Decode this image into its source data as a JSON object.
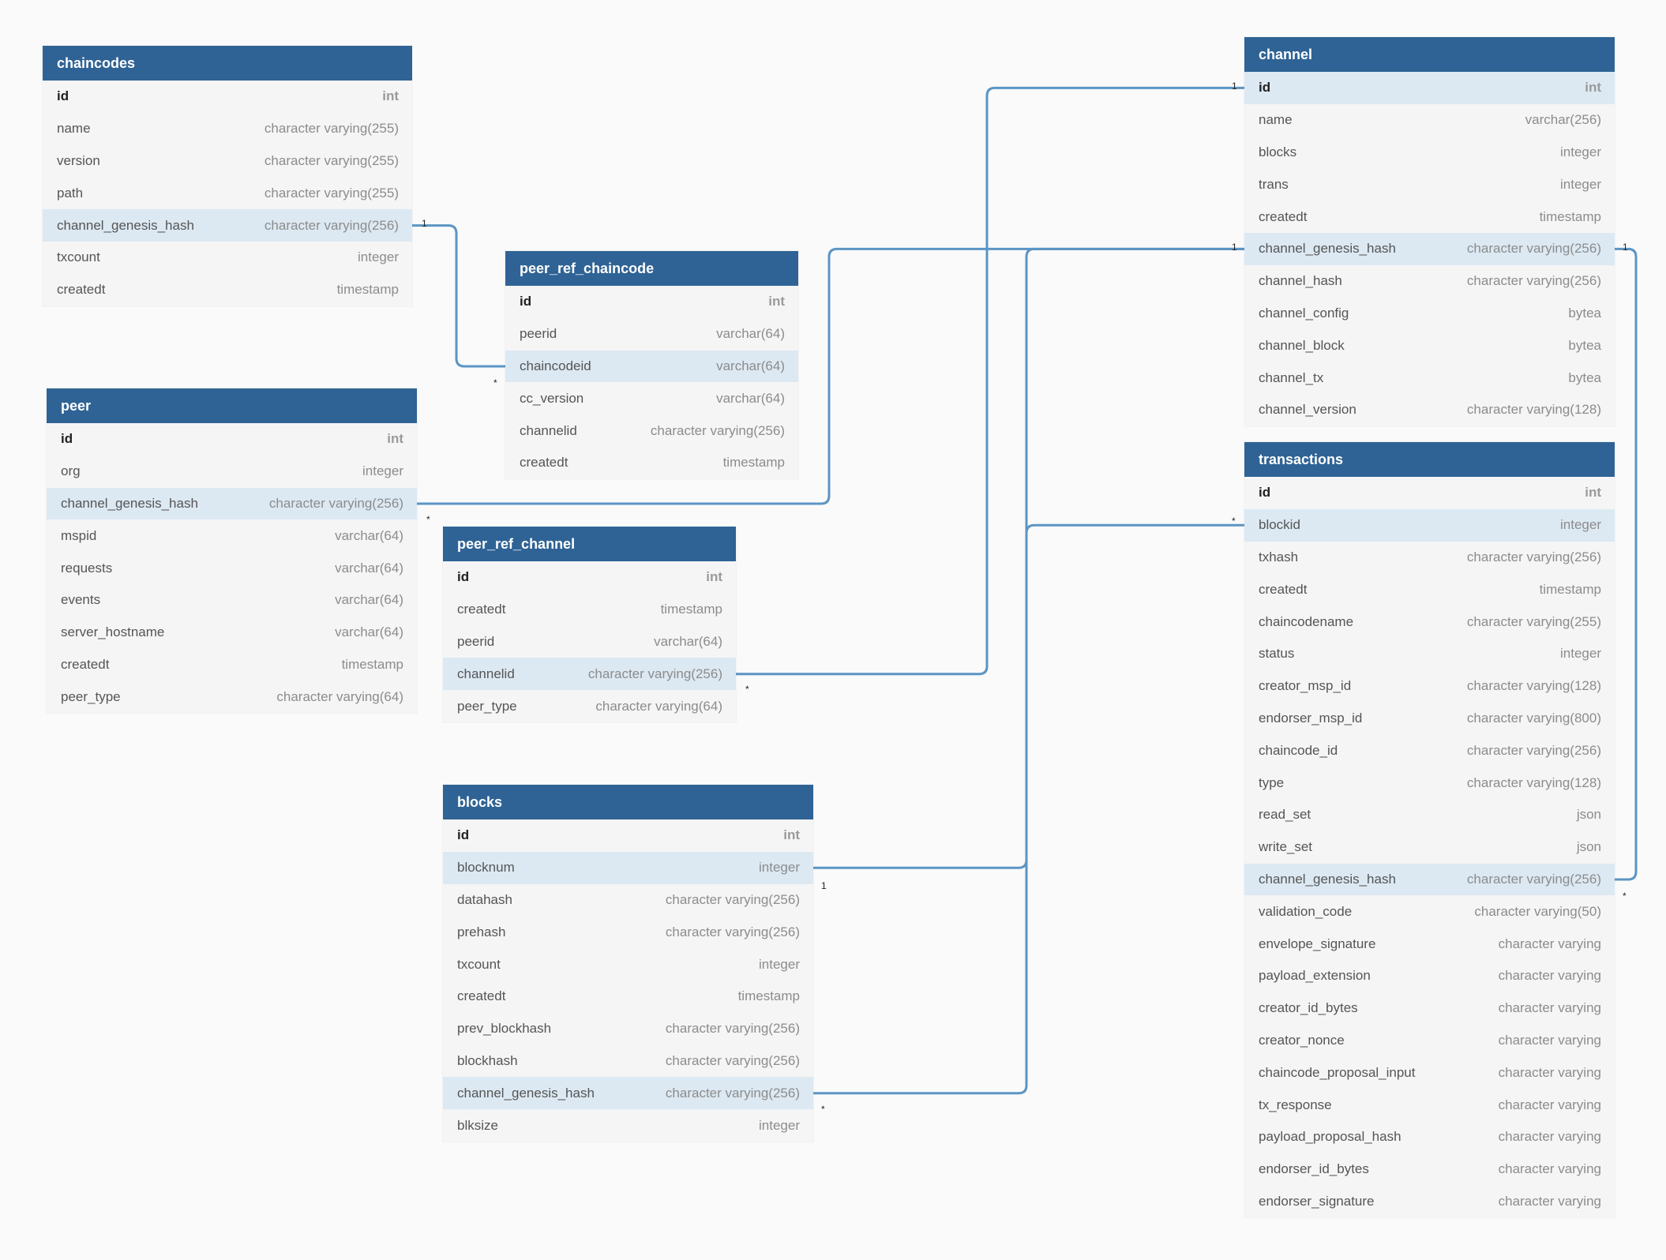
{
  "colors": {
    "background": "#fafafa",
    "header": "#2f6395",
    "header_text": "#ffffff",
    "row_bg": "#f5f5f5",
    "highlight_row": "#dce9f3",
    "link_line": "#5b95c4"
  },
  "tables": [
    {
      "name": "chaincodes",
      "fields": [
        {
          "name": "id",
          "type": "int",
          "key": true
        },
        {
          "name": "name",
          "type": "character varying(255)"
        },
        {
          "name": "version",
          "type": "character varying(255)"
        },
        {
          "name": "path",
          "type": "character varying(255)"
        },
        {
          "name": "channel_genesis_hash",
          "type": "character varying(256)",
          "highlight": true
        },
        {
          "name": "txcount",
          "type": "integer"
        },
        {
          "name": "createdt",
          "type": "timestamp"
        }
      ]
    },
    {
      "name": "peer",
      "fields": [
        {
          "name": "id",
          "type": "int",
          "key": true
        },
        {
          "name": "org",
          "type": "integer"
        },
        {
          "name": "channel_genesis_hash",
          "type": "character varying(256)",
          "highlight": true
        },
        {
          "name": "mspid",
          "type": "varchar(64)"
        },
        {
          "name": "requests",
          "type": "varchar(64)"
        },
        {
          "name": "events",
          "type": "varchar(64)"
        },
        {
          "name": "server_hostname",
          "type": "varchar(64)"
        },
        {
          "name": "createdt",
          "type": "timestamp"
        },
        {
          "name": "peer_type",
          "type": "character varying(64)"
        }
      ]
    },
    {
      "name": "peer_ref_chaincode",
      "fields": [
        {
          "name": "id",
          "type": "int",
          "key": true
        },
        {
          "name": "peerid",
          "type": "varchar(64)"
        },
        {
          "name": "chaincodeid",
          "type": "varchar(64)",
          "highlight": true
        },
        {
          "name": "cc_version",
          "type": "varchar(64)"
        },
        {
          "name": "channelid",
          "type": "character varying(256)"
        },
        {
          "name": "createdt",
          "type": "timestamp"
        }
      ]
    },
    {
      "name": "peer_ref_channel",
      "fields": [
        {
          "name": "id",
          "type": "int",
          "key": true
        },
        {
          "name": "createdt",
          "type": "timestamp"
        },
        {
          "name": "peerid",
          "type": "varchar(64)"
        },
        {
          "name": "channelid",
          "type": "character varying(256)",
          "highlight": true
        },
        {
          "name": "peer_type",
          "type": "character varying(64)"
        }
      ]
    },
    {
      "name": "blocks",
      "fields": [
        {
          "name": "id",
          "type": "int",
          "key": true
        },
        {
          "name": "blocknum",
          "type": "integer",
          "highlight": true
        },
        {
          "name": "datahash",
          "type": "character varying(256)"
        },
        {
          "name": "prehash",
          "type": "character varying(256)"
        },
        {
          "name": "txcount",
          "type": "integer"
        },
        {
          "name": "createdt",
          "type": "timestamp"
        },
        {
          "name": "prev_blockhash",
          "type": "character varying(256)"
        },
        {
          "name": "blockhash",
          "type": "character varying(256)"
        },
        {
          "name": "channel_genesis_hash",
          "type": "character varying(256)",
          "highlight": true
        },
        {
          "name": "blksize",
          "type": "integer"
        }
      ]
    },
    {
      "name": "channel",
      "fields": [
        {
          "name": "id",
          "type": "int",
          "key": true,
          "highlight": true
        },
        {
          "name": "name",
          "type": "varchar(256)"
        },
        {
          "name": "blocks",
          "type": "integer"
        },
        {
          "name": "trans",
          "type": "integer"
        },
        {
          "name": "createdt",
          "type": "timestamp"
        },
        {
          "name": "channel_genesis_hash",
          "type": "character varying(256)",
          "highlight": true
        },
        {
          "name": "channel_hash",
          "type": "character varying(256)"
        },
        {
          "name": "channel_config",
          "type": "bytea"
        },
        {
          "name": "channel_block",
          "type": "bytea"
        },
        {
          "name": "channel_tx",
          "type": "bytea"
        },
        {
          "name": "channel_version",
          "type": "character varying(128)"
        }
      ]
    },
    {
      "name": "transactions",
      "fields": [
        {
          "name": "id",
          "type": "int",
          "key": true
        },
        {
          "name": "blockid",
          "type": "integer",
          "highlight": true
        },
        {
          "name": "txhash",
          "type": "character varying(256)"
        },
        {
          "name": "createdt",
          "type": "timestamp"
        },
        {
          "name": "chaincodename",
          "type": "character varying(255)"
        },
        {
          "name": "status",
          "type": "integer"
        },
        {
          "name": "creator_msp_id",
          "type": "character varying(128)"
        },
        {
          "name": "endorser_msp_id",
          "type": "character varying(800)"
        },
        {
          "name": "chaincode_id",
          "type": "character varying(256)"
        },
        {
          "name": "type",
          "type": "character varying(128)"
        },
        {
          "name": "read_set",
          "type": "json"
        },
        {
          "name": "write_set",
          "type": "json"
        },
        {
          "name": "channel_genesis_hash",
          "type": "character varying(256)",
          "highlight": true
        },
        {
          "name": "validation_code",
          "type": "character varying(50)"
        },
        {
          "name": "envelope_signature",
          "type": "character varying"
        },
        {
          "name": "payload_extension",
          "type": "character varying"
        },
        {
          "name": "creator_id_bytes",
          "type": "character varying"
        },
        {
          "name": "creator_nonce",
          "type": "character varying"
        },
        {
          "name": "chaincode_proposal_input",
          "type": "character varying"
        },
        {
          "name": "tx_response",
          "type": "character varying"
        },
        {
          "name": "payload_proposal_hash",
          "type": "character varying"
        },
        {
          "name": "endorser_id_bytes",
          "type": "character varying"
        },
        {
          "name": "endorser_signature",
          "type": "character varying"
        }
      ]
    }
  ],
  "links": [
    {
      "from": {
        "table": "chaincodes",
        "field": "channel_genesis_hash"
      },
      "to": {
        "table": "peer_ref_chaincode",
        "field": "chaincodeid"
      },
      "from_card": "1",
      "to_card": "*"
    },
    {
      "from": {
        "table": "channel",
        "field": "id"
      },
      "to": {
        "table": "peer_ref_channel",
        "field": "channelid"
      },
      "from_card": "1",
      "to_card": "*"
    },
    {
      "from": {
        "table": "channel",
        "field": "channel_genesis_hash"
      },
      "to": {
        "table": "peer",
        "field": "channel_genesis_hash"
      },
      "from_card": "1",
      "to_card": "*"
    },
    {
      "from": {
        "table": "channel",
        "field": "channel_genesis_hash"
      },
      "to": {
        "table": "blocks",
        "field": "channel_genesis_hash"
      },
      "from_card": "1",
      "to_card": "*"
    },
    {
      "from": {
        "table": "channel",
        "field": "channel_genesis_hash"
      },
      "to": {
        "table": "transactions",
        "field": "channel_genesis_hash"
      },
      "from_card": "1",
      "to_card": "*"
    },
    {
      "from": {
        "table": "blocks",
        "field": "blocknum"
      },
      "to": {
        "table": "transactions",
        "field": "blockid"
      },
      "from_card": "1",
      "to_card": "*"
    }
  ]
}
